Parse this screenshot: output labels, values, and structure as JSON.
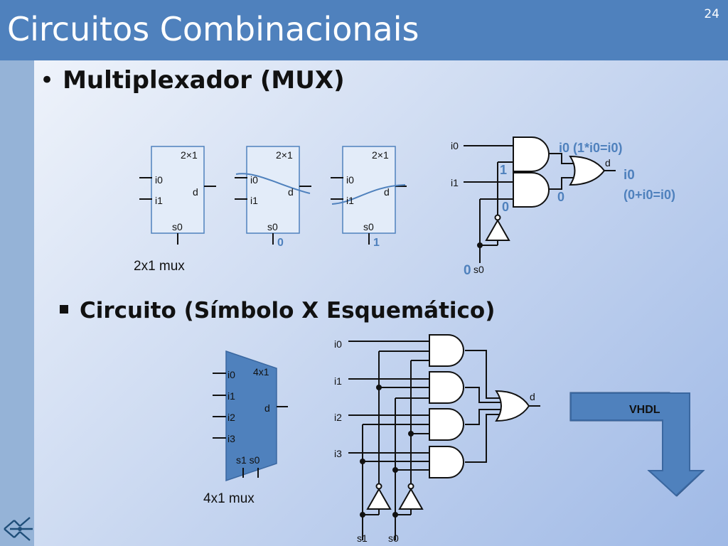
{
  "slide": {
    "title": "Circuitos Combinacionais",
    "page_number": "24",
    "bullet_main": "Multiplexador (MUX)",
    "bullet_sub": "Circuito  (Símbolo  X  Esquemático)"
  },
  "mux2x1": {
    "label": "2x1 mux",
    "box_tag": "2×1",
    "in0": "i0",
    "in1": "i1",
    "out": "d",
    "sel": "s0",
    "sel_val_a": "0",
    "sel_val_b": "1"
  },
  "schem2x1": {
    "i0": "i0",
    "i1": "i1",
    "d": "d",
    "s0": "s0",
    "and_top_note": "i0 (1*i0=i0)",
    "one": "1",
    "zero_and": "0",
    "zero_not": "0",
    "zero_s0": "0",
    "out_val": "i0",
    "out_note": "(0+i0=i0)"
  },
  "mux4x1": {
    "label": "4x1 mux",
    "tag": "4x1",
    "i0": "i0",
    "i1": "i1",
    "i2": "i2",
    "i3": "i3",
    "d": "d",
    "sel": "s1 s0"
  },
  "schem4x1": {
    "i0": "i0",
    "i1": "i1",
    "i2": "i2",
    "i3": "i3",
    "d": "d",
    "s1": "s1",
    "s0": "s0"
  },
  "vhdl": {
    "label": "VHDL"
  },
  "colors": {
    "header": "#4f81bd",
    "highlight": "#4f81bd",
    "gate_fill": "#ffffff",
    "mux_fill": "#4f81bd",
    "arrow_fill": "#4f81bd"
  }
}
